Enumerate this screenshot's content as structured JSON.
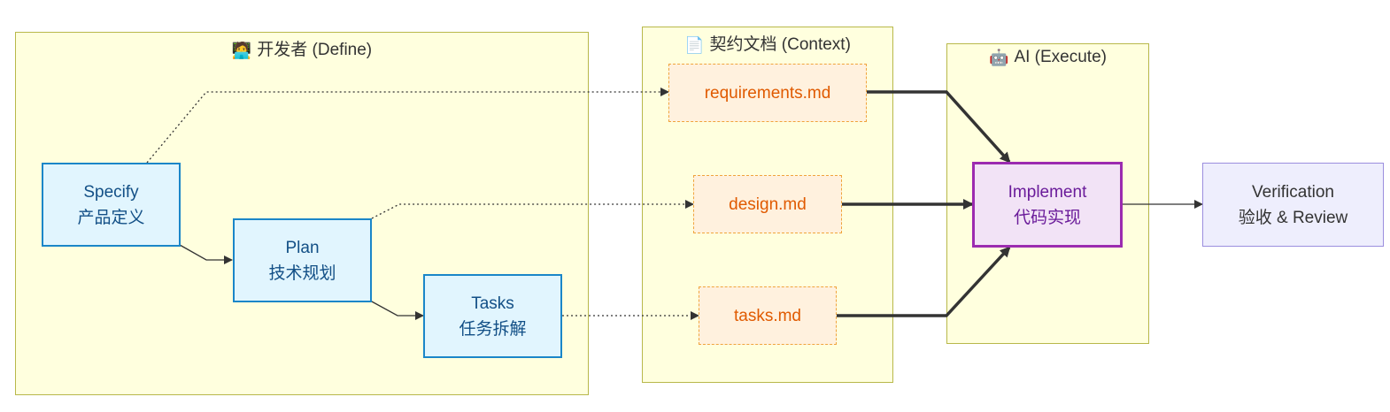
{
  "groups": {
    "developer": {
      "icon": "developer-icon",
      "glyph": "🧑‍💻",
      "title": "开发者 (Define)"
    },
    "context": {
      "icon": "document-icon",
      "glyph": "📄",
      "title": "契约文档 (Context)"
    },
    "ai": {
      "icon": "robot-icon",
      "glyph": "🤖",
      "title": "AI (Execute)"
    }
  },
  "nodes": {
    "specify": {
      "line1": "Specify",
      "line2": "产品定义"
    },
    "plan": {
      "line1": "Plan",
      "line2": "技术规划"
    },
    "tasks": {
      "line1": "Tasks",
      "line2": "任务拆解"
    },
    "requirements": {
      "label": "requirements.md"
    },
    "design": {
      "label": "design.md"
    },
    "tasks_md": {
      "label": "tasks.md"
    },
    "implement": {
      "line1": "Implement",
      "line2": "代码实现"
    },
    "verification": {
      "line1": "Verification",
      "line2": "验收 & Review"
    }
  },
  "colors": {
    "group_fill": "#ffffde",
    "group_border": "#b8b84a",
    "dev_fill": "#e1f5fe",
    "dev_border": "#1a86c8",
    "doc_fill": "#fff1de",
    "doc_border": "#f0a43c",
    "impl_fill": "#f2e3f6",
    "impl_border": "#9c2bb0",
    "verify_fill": "#eeeefd",
    "verify_border": "#9b8ede",
    "edge": "#333333"
  }
}
